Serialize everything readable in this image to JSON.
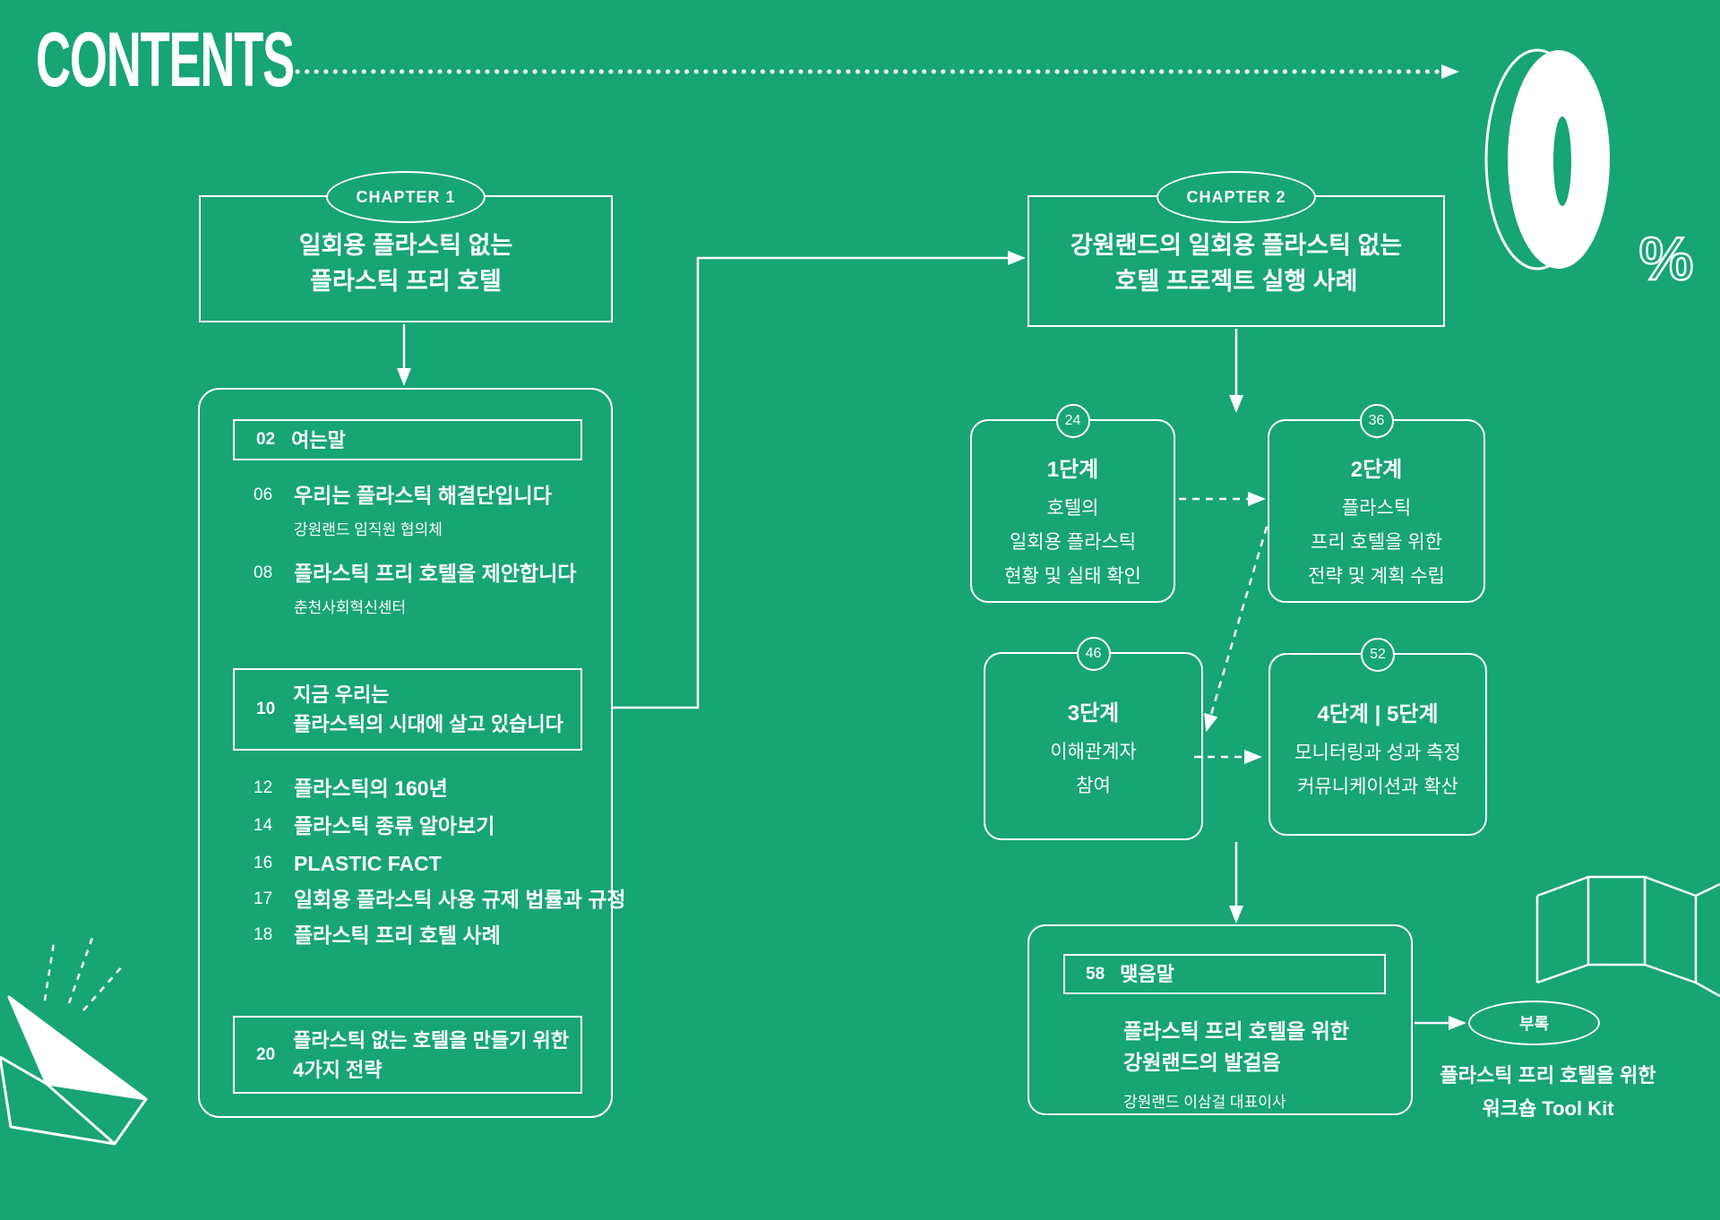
{
  "colors": {
    "background": "#16A573",
    "foreground": "#FFFFFF"
  },
  "header": {
    "title": "CONTENTS",
    "zero_graphic": {
      "digit": "0",
      "percent": "%"
    }
  },
  "chapter1": {
    "badge": "CHAPTER 1",
    "title1": "일회용 플라스틱 없는",
    "title2": "플라스틱 프리 호텔",
    "toc": [
      {
        "page": "02",
        "title": "여는말"
      },
      {
        "page": "06",
        "title": "우리는 플라스틱 해결단입니다",
        "subtitle": "강원랜드 임직원 협의체"
      },
      {
        "page": "08",
        "title": "플라스틱 프리 호텔을 제안합니다",
        "subtitle": "춘천사회혁신센터"
      },
      {
        "page": "10",
        "title1": "지금 우리는",
        "title2": "플라스틱의 시대에 살고 있습니다"
      },
      {
        "page": "12",
        "title": "플라스틱의 160년"
      },
      {
        "page": "14",
        "title": "플라스틱 종류 알아보기"
      },
      {
        "page": "16",
        "title": "PLASTIC FACT"
      },
      {
        "page": "17",
        "title": "일회용 플라스틱 사용 규제 법률과 규정"
      },
      {
        "page": "18",
        "title": "플라스틱 프리 호텔 사례"
      },
      {
        "page": "20",
        "title1": "플라스틱 없는 호텔을 만들기 위한",
        "title2": "4가지 전략"
      }
    ]
  },
  "chapter2": {
    "badge": "CHAPTER 2",
    "title1": "강원랜드의 일회용 플라스틱 없는",
    "title2": "호텔 프로젝트 실행 사례",
    "steps": [
      {
        "page": "24",
        "label": "1단계",
        "line1": "호텔의",
        "line2": "일회용 플라스틱",
        "line3": "현황 및 실태 확인"
      },
      {
        "page": "36",
        "label": "2단계",
        "line1": "플라스틱",
        "line2": "프리 호텔을 위한",
        "line3": "전략 및 계획 수립"
      },
      {
        "page": "46",
        "label": "3단계",
        "line1": "이해관계자",
        "line2": "참여"
      },
      {
        "page": "52",
        "label": "4단계 | 5단계",
        "line1": "모니터링과 성과 측정",
        "line2": "커뮤니케이션과 확산"
      }
    ],
    "closing": {
      "page": "58",
      "title": "맺음말",
      "line1": "플라스틱 프리 호텔을 위한",
      "line2": "강원랜드의 발걸음",
      "author": "강원랜드 이삼걸 대표이사"
    },
    "appendix": {
      "badge": "부록",
      "line1": "플라스틱 프리 호텔을 위한",
      "line2": "워크숍 Tool Kit"
    }
  }
}
